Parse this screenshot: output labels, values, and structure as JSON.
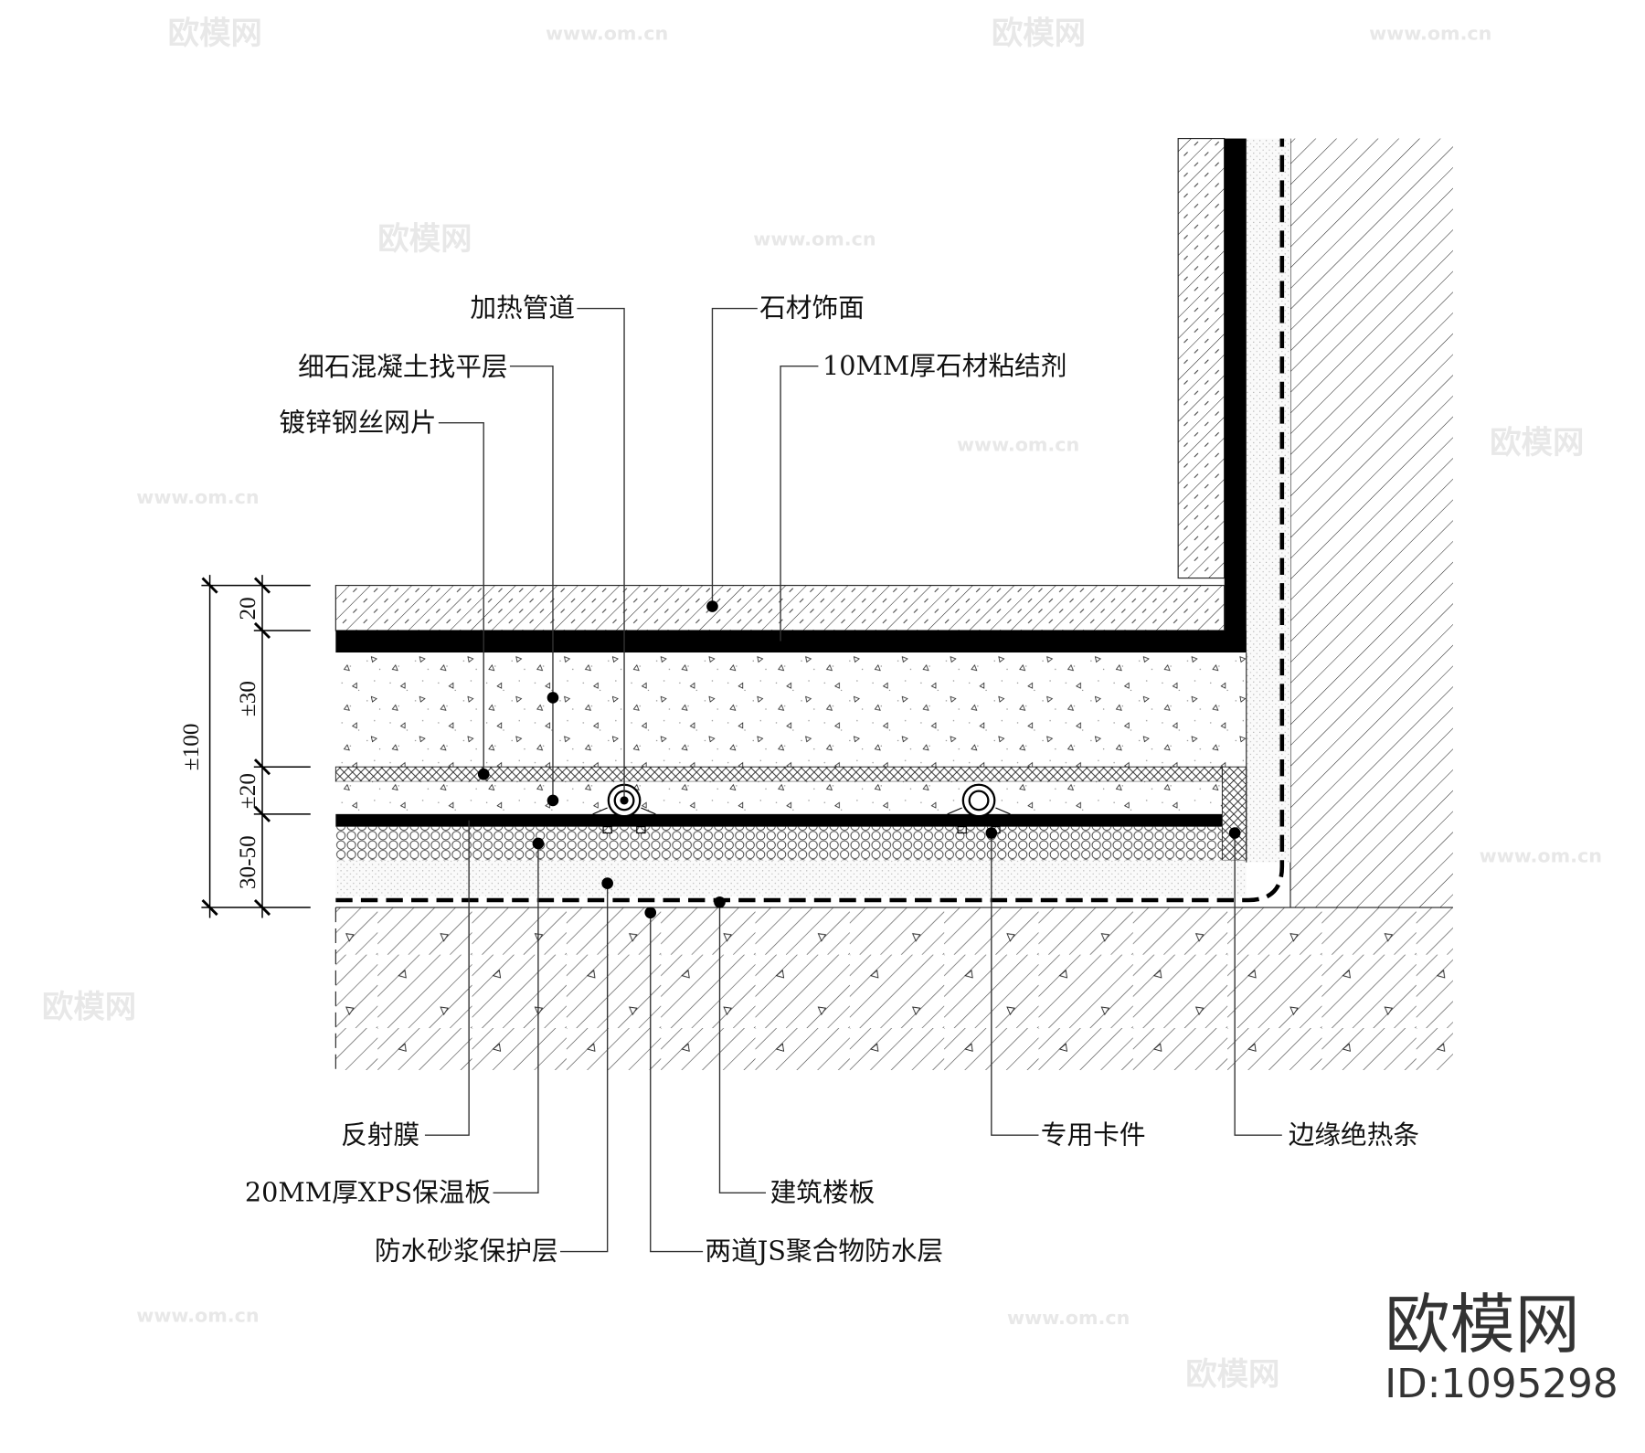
{
  "diagram": {
    "labels_top": {
      "heating_pipe": "加热管道",
      "stone_finish": "石材饰面",
      "fine_concrete": "细石混凝土找平层",
      "stone_adhesive": "10MM厚石材粘结剂",
      "steel_mesh": "镀锌钢丝网片"
    },
    "labels_bottom": {
      "reflective_film": "反射膜",
      "xps_board": "20MM厚XPS保温板",
      "mortar": "防水砂浆保护层",
      "waterproof": "两道JS聚合物防水层",
      "floor_slab": "建筑楼板",
      "clip": "专用卡件",
      "edge_strip": "边缘绝热条"
    },
    "dimensions": {
      "total": "±100",
      "d1": "20",
      "d2": "±30",
      "d3": "±20",
      "d4": "30-50"
    },
    "watermark": {
      "brand": "欧模网",
      "url": "www.om.cn",
      "id": "ID:1095298"
    }
  }
}
